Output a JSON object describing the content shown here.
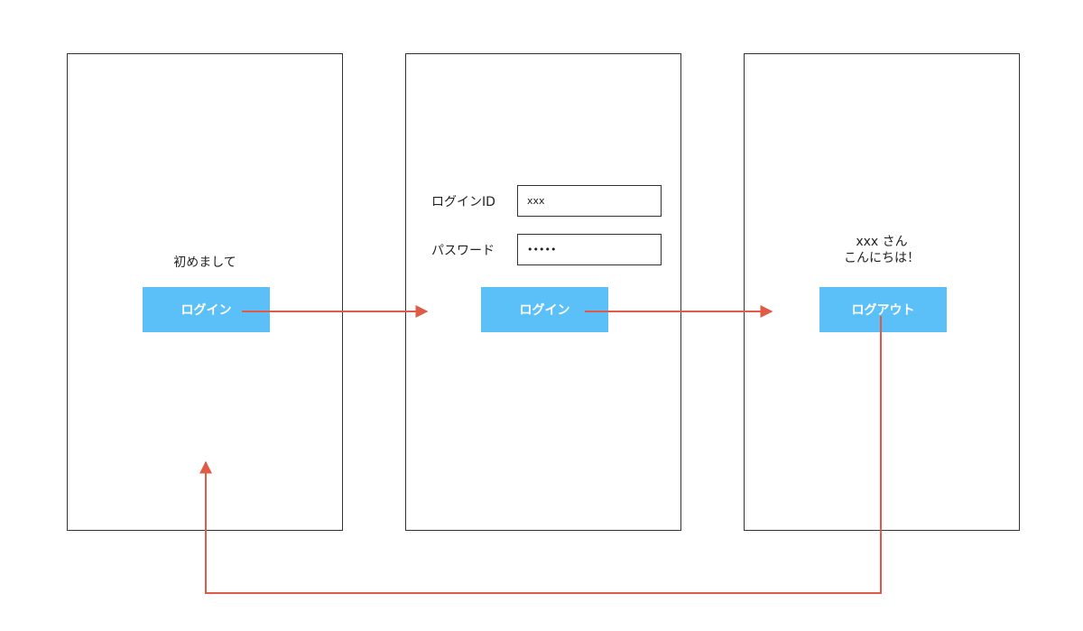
{
  "colors": {
    "button_bg": "#5bc0f8",
    "arrow": "#e05a48",
    "frame_border": "#333333"
  },
  "screens": [
    {
      "greeting": "初めまして",
      "button_label": "ログイン"
    },
    {
      "login_id_label": "ログインID",
      "login_id_value": "xxx",
      "password_label": "パスワード",
      "password_value": "•••••",
      "button_label": "ログイン"
    },
    {
      "greeting_line1": "xxx さん",
      "greeting_line2": "こんにちは！",
      "button_label": "ログアウト"
    }
  ]
}
